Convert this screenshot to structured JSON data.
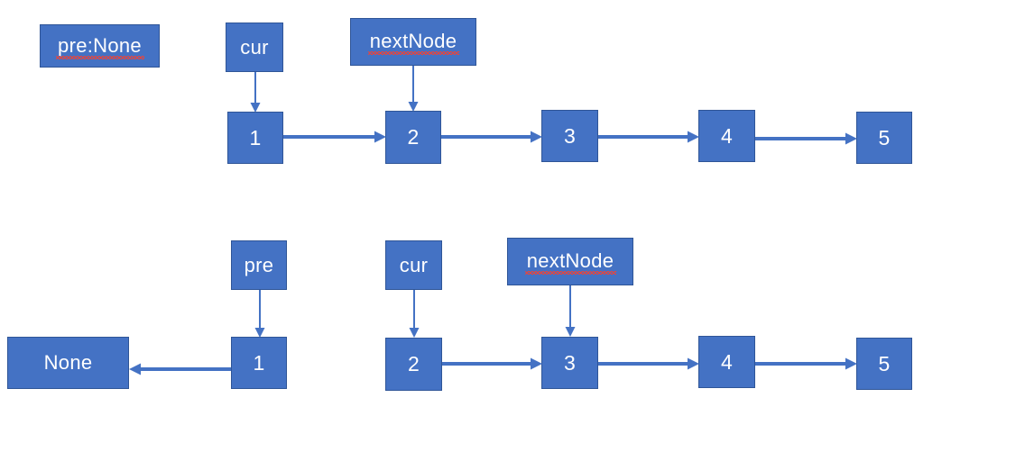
{
  "diagram": {
    "title": "Linked list reversal pointer diagram",
    "accent_color": "#4472C4",
    "border_color": "#2F5597",
    "text_color": "#FFFFFF",
    "background_color": "#FFFFFF",
    "spellcheck_underline_color": "#E8453C",
    "steps": [
      {
        "name": "step-1",
        "pointers": [
          {
            "label": "pre:None",
            "misspelled": true,
            "points_to": null
          },
          {
            "label": "cur",
            "misspelled": false,
            "points_to": "1"
          },
          {
            "label": "nextNode",
            "misspelled": true,
            "points_to": "2"
          }
        ],
        "nodes": [
          "1",
          "2",
          "3",
          "4",
          "5"
        ],
        "links": [
          {
            "from": "1",
            "to": "2",
            "direction": "right"
          },
          {
            "from": "2",
            "to": "3",
            "direction": "right"
          },
          {
            "from": "3",
            "to": "4",
            "direction": "right"
          },
          {
            "from": "4",
            "to": "5",
            "direction": "right"
          }
        ]
      },
      {
        "name": "step-2",
        "pointers": [
          {
            "label": "pre",
            "misspelled": false,
            "points_to": "1"
          },
          {
            "label": "cur",
            "misspelled": false,
            "points_to": "2"
          },
          {
            "label": "nextNode",
            "misspelled": true,
            "points_to": "3"
          }
        ],
        "nodes": [
          "None",
          "1",
          "2",
          "3",
          "4",
          "5"
        ],
        "links": [
          {
            "from": "1",
            "to": "None",
            "direction": "left"
          },
          {
            "from": "2",
            "to": "3",
            "direction": "right"
          },
          {
            "from": "3",
            "to": "4",
            "direction": "right"
          },
          {
            "from": "4",
            "to": "5",
            "direction": "right"
          }
        ]
      }
    ]
  },
  "labels": {
    "row1": {
      "pre_none": "pre:None",
      "cur": "cur",
      "next_node": "nextNode",
      "n1": "1",
      "n2": "2",
      "n3": "3",
      "n4": "4",
      "n5": "5"
    },
    "row2": {
      "pre": "pre",
      "cur": "cur",
      "next_node": "nextNode",
      "none": "None",
      "n1": "1",
      "n2": "2",
      "n3": "3",
      "n4": "4",
      "n5": "5"
    }
  }
}
